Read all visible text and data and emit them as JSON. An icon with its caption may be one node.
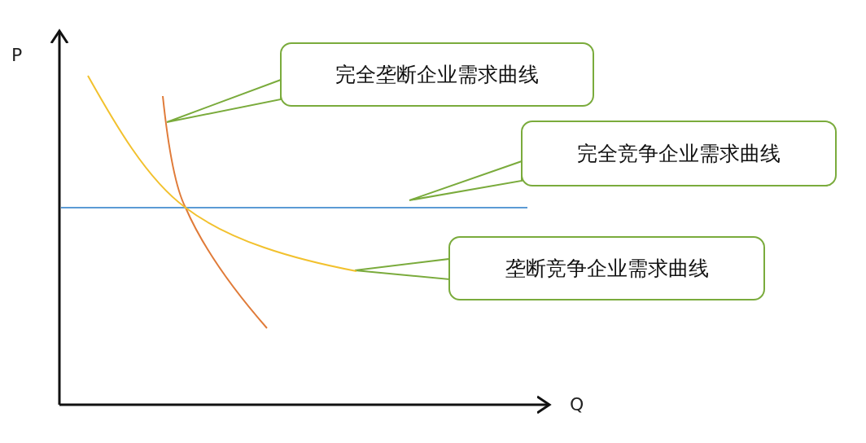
{
  "diagram": {
    "nodes": [
      {
        "text": [
          "完全垄断企业需求曲线"
        ]
      },
      {
        "text": [
          "完全竞争企业需求曲线"
        ]
      },
      {
        "text": [
          "垄断竞争企业需求曲线"
        ]
      }
    ],
    "edges": [
      {
        "from": 0,
        "to": null,
        "arrow": "to"
      },
      {
        "from": 1,
        "to": null,
        "arrow": "to"
      },
      {
        "from": 2,
        "to": null,
        "arrow": "to"
      }
    ],
    "labels": [
      "P",
      "Q"
    ]
  }
}
